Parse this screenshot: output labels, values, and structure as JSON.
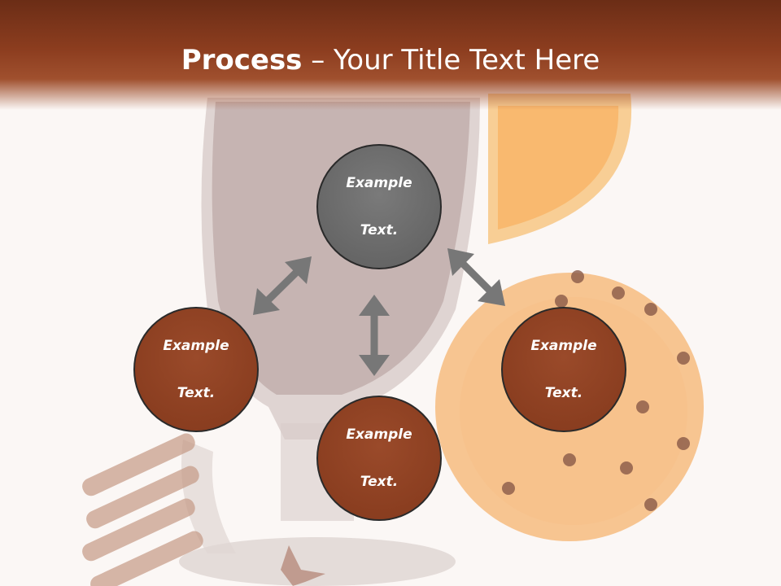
{
  "title": {
    "bold": "Process",
    "rest": " – Your Title Text Here"
  },
  "nodes": {
    "top": {
      "line1": "Example",
      "line2": "Text."
    },
    "left": {
      "line1": "Example",
      "line2": "Text."
    },
    "right": {
      "line1": "Example",
      "line2": "Text."
    },
    "bottom": {
      "line1": "Example",
      "line2": "Text."
    }
  },
  "colors": {
    "title_bar": "#8c3d1f",
    "node_gray": "#666666",
    "node_brown": "#8a3d1f",
    "arrow": "#757575"
  }
}
